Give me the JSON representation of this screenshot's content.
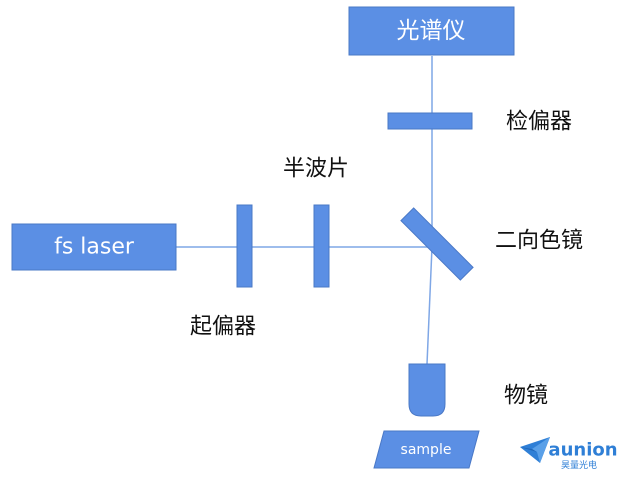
{
  "colors": {
    "component_fill": "#5b8fe4",
    "component_stroke": "#4a78c6",
    "beam": "#7fa7e6",
    "logo_blue": "#2f7fd6",
    "label_text": "#111111",
    "box_text": "#ffffff",
    "background": "#ffffff"
  },
  "components": {
    "laser": {
      "label": "fs laser"
    },
    "spectrometer": {
      "label": "光谱仪"
    },
    "sample": {
      "label": "sample"
    }
  },
  "labels": {
    "polarizer": "起偏器",
    "half_wave_plate": "半波片",
    "analyzer": "检偏器",
    "dichroic_mirror": "二向色镜",
    "objective": "物镜"
  },
  "logo": {
    "name": "aunion",
    "subtitle": "昊量光电",
    "icon": "paper-plane-icon"
  }
}
